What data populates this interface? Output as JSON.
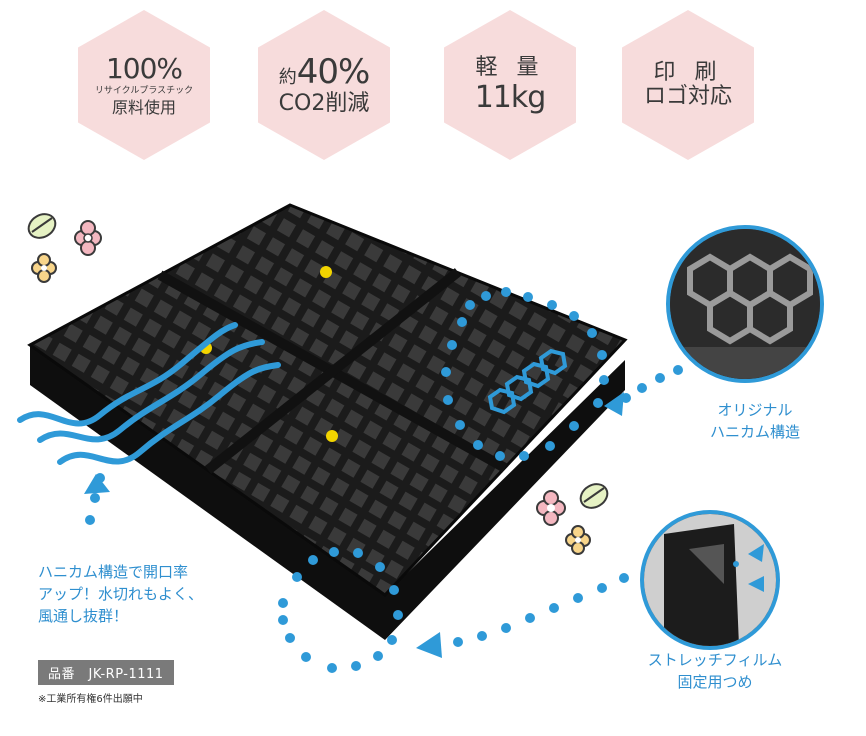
{
  "features": [
    {
      "line1": "100%",
      "line2": "リサイクルプラスチック",
      "line3": "原料使用"
    },
    {
      "prefix": "約",
      "line1": "40%",
      "line2": "CO2削減"
    },
    {
      "line1": "軽 量",
      "line2": "11kg"
    },
    {
      "line1": "印 刷",
      "line2": "ロゴ対応"
    }
  ],
  "callouts": {
    "honeycomb": "オリジナル\nハニカム構造",
    "airflow": "ハニカム構造で開口率\nアップ！水切れもよく、\n風通し抜群！",
    "stretch": "ストレッチフィルム\n固定用つめ"
  },
  "product_code": "品番　JK-RP-1111",
  "patent_note": "※工業所有権6件出願中",
  "colors": {
    "accent": "#2f9ad8",
    "hexagon": "#f7dcdc",
    "pallet": "#1b1b1b"
  }
}
